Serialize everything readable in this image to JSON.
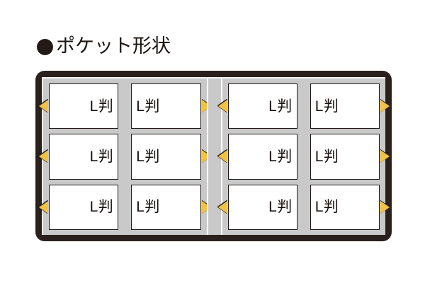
{
  "title": {
    "bullet": "filled-circle-bullet",
    "text": "ポケット形状"
  },
  "album": {
    "name": "photo-album-pocket-layout",
    "halves": [
      {
        "side": "left",
        "rows": [
          {
            "left_pocket_label": "L判",
            "right_pocket_label": "L判",
            "left_arrow_icon": "triangle-left-icon",
            "right_arrow_icon": "triangle-right-icon"
          },
          {
            "left_pocket_label": "L判",
            "right_pocket_label": "L判",
            "left_arrow_icon": "triangle-left-icon",
            "right_arrow_icon": "triangle-right-icon"
          },
          {
            "left_pocket_label": "L判",
            "right_pocket_label": "L判",
            "left_arrow_icon": "triangle-left-icon",
            "right_arrow_icon": "triangle-right-icon"
          }
        ]
      },
      {
        "side": "right",
        "rows": [
          {
            "left_pocket_label": "L判",
            "right_pocket_label": "L判",
            "left_arrow_icon": "triangle-left-icon",
            "right_arrow_icon": "triangle-right-icon"
          },
          {
            "left_pocket_label": "L判",
            "right_pocket_label": "L判",
            "left_arrow_icon": "triangle-left-icon",
            "right_arrow_icon": "triangle-right-icon"
          },
          {
            "left_pocket_label": "L判",
            "right_pocket_label": "L判",
            "left_arrow_icon": "triangle-left-icon",
            "right_arrow_icon": "triangle-right-icon"
          }
        ]
      }
    ]
  },
  "colors": {
    "album_border": "#2a211e",
    "album_inner_background": "#c9c9c9",
    "pocket_fill": "#ffffff",
    "pocket_border": "#201a18",
    "arrow_fill": "#f2c244",
    "arrow_outline": "#262020",
    "text": "#16110f",
    "page_background": "#ffffff"
  }
}
